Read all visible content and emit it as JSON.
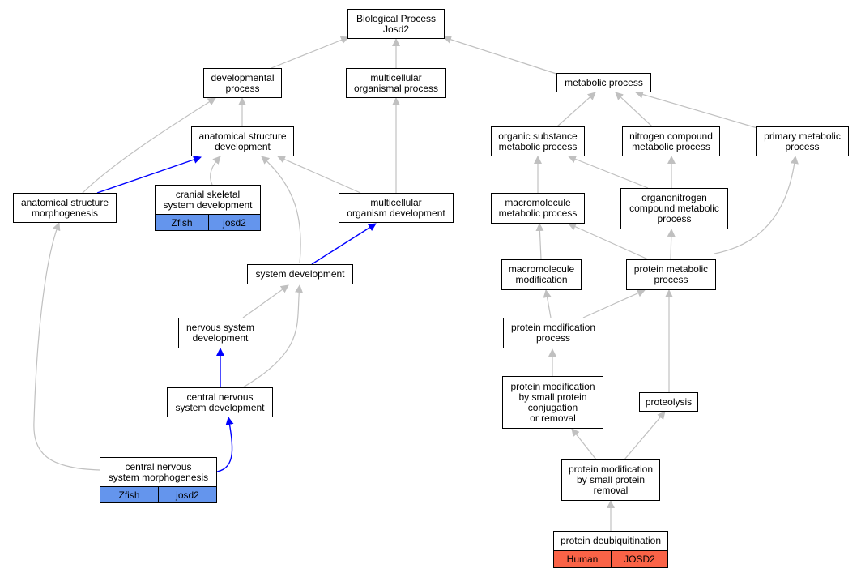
{
  "colors": {
    "edge_default": "#c0c0c0",
    "edge_highlight": "#0000ff",
    "zfish_fill": "#6495ed",
    "human_fill": "#fa6347"
  },
  "nodes": {
    "root": "Biological Process\nJosd2",
    "developmental_process": "developmental\nprocess",
    "multicellular_organismal_process": "multicellular\norganismal process",
    "metabolic_process": "metabolic process",
    "anatomical_structure_development": "anatomical structure\ndevelopment",
    "organic_substance_metabolic_process": "organic substance\nmetabolic process",
    "nitrogen_compound_metabolic_process": "nitrogen compound\nmetabolic process",
    "primary_metabolic_process": "primary metabolic\nprocess",
    "anatomical_structure_morphogenesis": "anatomical structure\nmorphogenesis",
    "cranial_skeletal_system_development": "cranial skeletal\nsystem development",
    "multicellular_organism_development": "multicellular\norganism development",
    "macromolecule_metabolic_process": "macromolecule\nmetabolic process",
    "organonitrogen_compound_metabolic_process": "organonitrogen\ncompound metabolic\nprocess",
    "system_development": "system development",
    "macromolecule_modification": "macromolecule\nmodification",
    "protein_metabolic_process": "protein metabolic\nprocess",
    "nervous_system_development": "nervous system\ndevelopment",
    "protein_modification_process": "protein modification\nprocess",
    "central_nervous_system_development": "central nervous\nsystem development",
    "protein_modification_small_conjugation": "protein modification\nby small protein\nconjugation\nor removal",
    "proteolysis": "proteolysis",
    "central_nervous_system_morphogenesis": "central nervous\nsystem morphogenesis",
    "protein_modification_small_removal": "protein modification\nby small protein\nremoval",
    "protein_deubiquitination": "protein deubiquitination"
  },
  "annotations": {
    "cranial": {
      "species": "Zfish",
      "gene": "josd2"
    },
    "cns_morphogenesis": {
      "species": "Zfish",
      "gene": "josd2"
    },
    "deubiquitination": {
      "species": "Human",
      "gene": "JOSD2"
    }
  }
}
